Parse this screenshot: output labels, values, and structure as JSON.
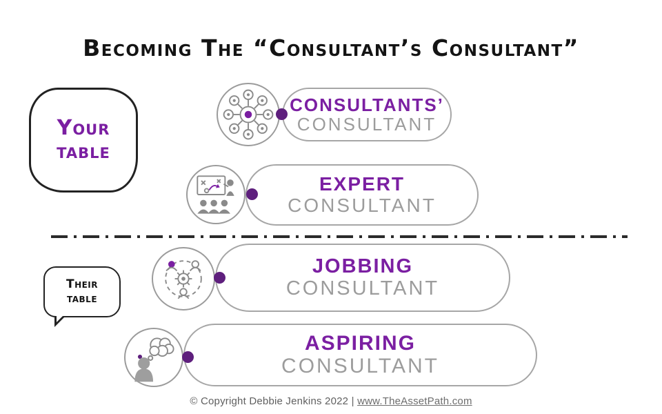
{
  "title": "Becoming The “Consultant’s Consultant”",
  "colors": {
    "accent_purple": "#7b1fa2",
    "dot_purple": "#5e1f7d",
    "gray_text": "#9c9c9c",
    "outline_gray": "#a6a6a6",
    "ink_black": "#141414"
  },
  "levels": [
    {
      "id": "consultants-consultant",
      "line1": "CONSULTANTS’",
      "line2": "CONSULTANT",
      "icon": "network-icon"
    },
    {
      "id": "expert-consultant",
      "line1": "EXPERT",
      "line2": "CONSULTANT",
      "icon": "training-presentation-icon"
    },
    {
      "id": "jobbing-consultant",
      "line1": "JOBBING",
      "line2": "CONSULTANT",
      "icon": "team-gears-icon"
    },
    {
      "id": "aspiring-consultant",
      "line1": "ASPIRING",
      "line2": "CONSULTANT",
      "icon": "thinking-person-icon"
    }
  ],
  "side_labels": {
    "your_table": {
      "line1": "Your",
      "line2": "table"
    },
    "their_table": {
      "line1": "Their",
      "line2": "table"
    }
  },
  "footer": {
    "copyright": "© Copyright Debbie Jenkins 2022 |",
    "link": "www.TheAssetPath.com"
  }
}
